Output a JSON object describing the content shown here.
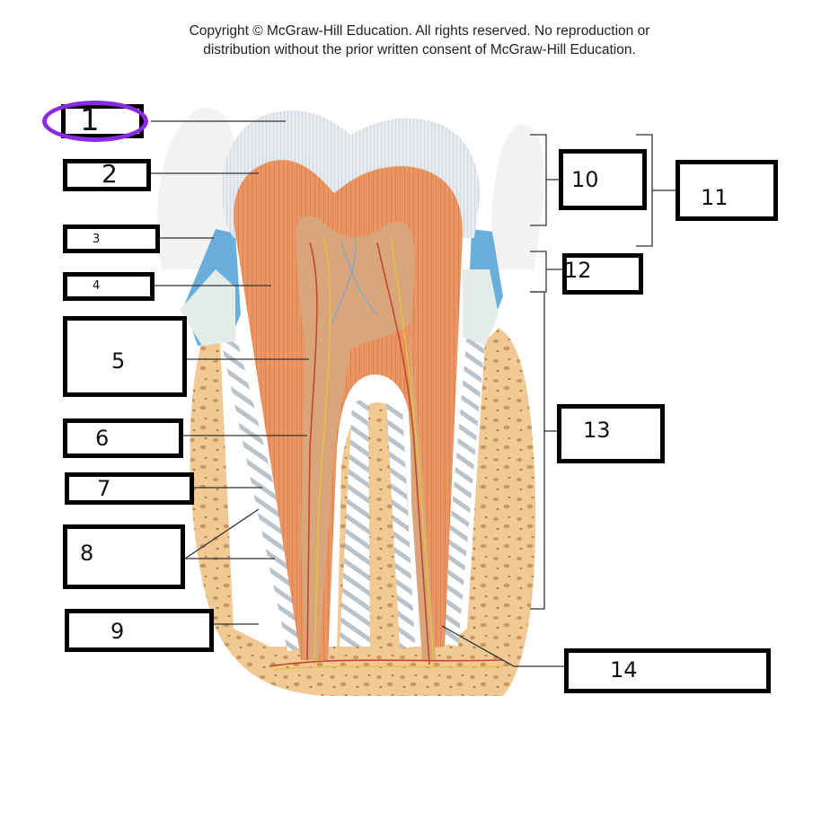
{
  "copyright": {
    "line1": "Copyright © McGraw-Hill Education.  All rights reserved. No reproduction or",
    "line2": "distribution without the prior written consent of McGraw-Hill Education."
  },
  "labels": {
    "l1": "1",
    "l2": "2",
    "l3": "3",
    "l4": "4",
    "l5": "5",
    "l6": "6",
    "l7": "7",
    "l8": "8",
    "l9": "9",
    "l10": "10",
    "l11": "11",
    "l12": "12",
    "l13": "13",
    "l14": "14"
  },
  "colors": {
    "highlight_ring": "#8a2be2",
    "enamel": "#e3e7ec",
    "dentin": "#e9925f",
    "pulp": "#d9a67c",
    "gingiva": "#5aa6d8",
    "bone": "#f0c793",
    "ligament": "#ffffff"
  }
}
